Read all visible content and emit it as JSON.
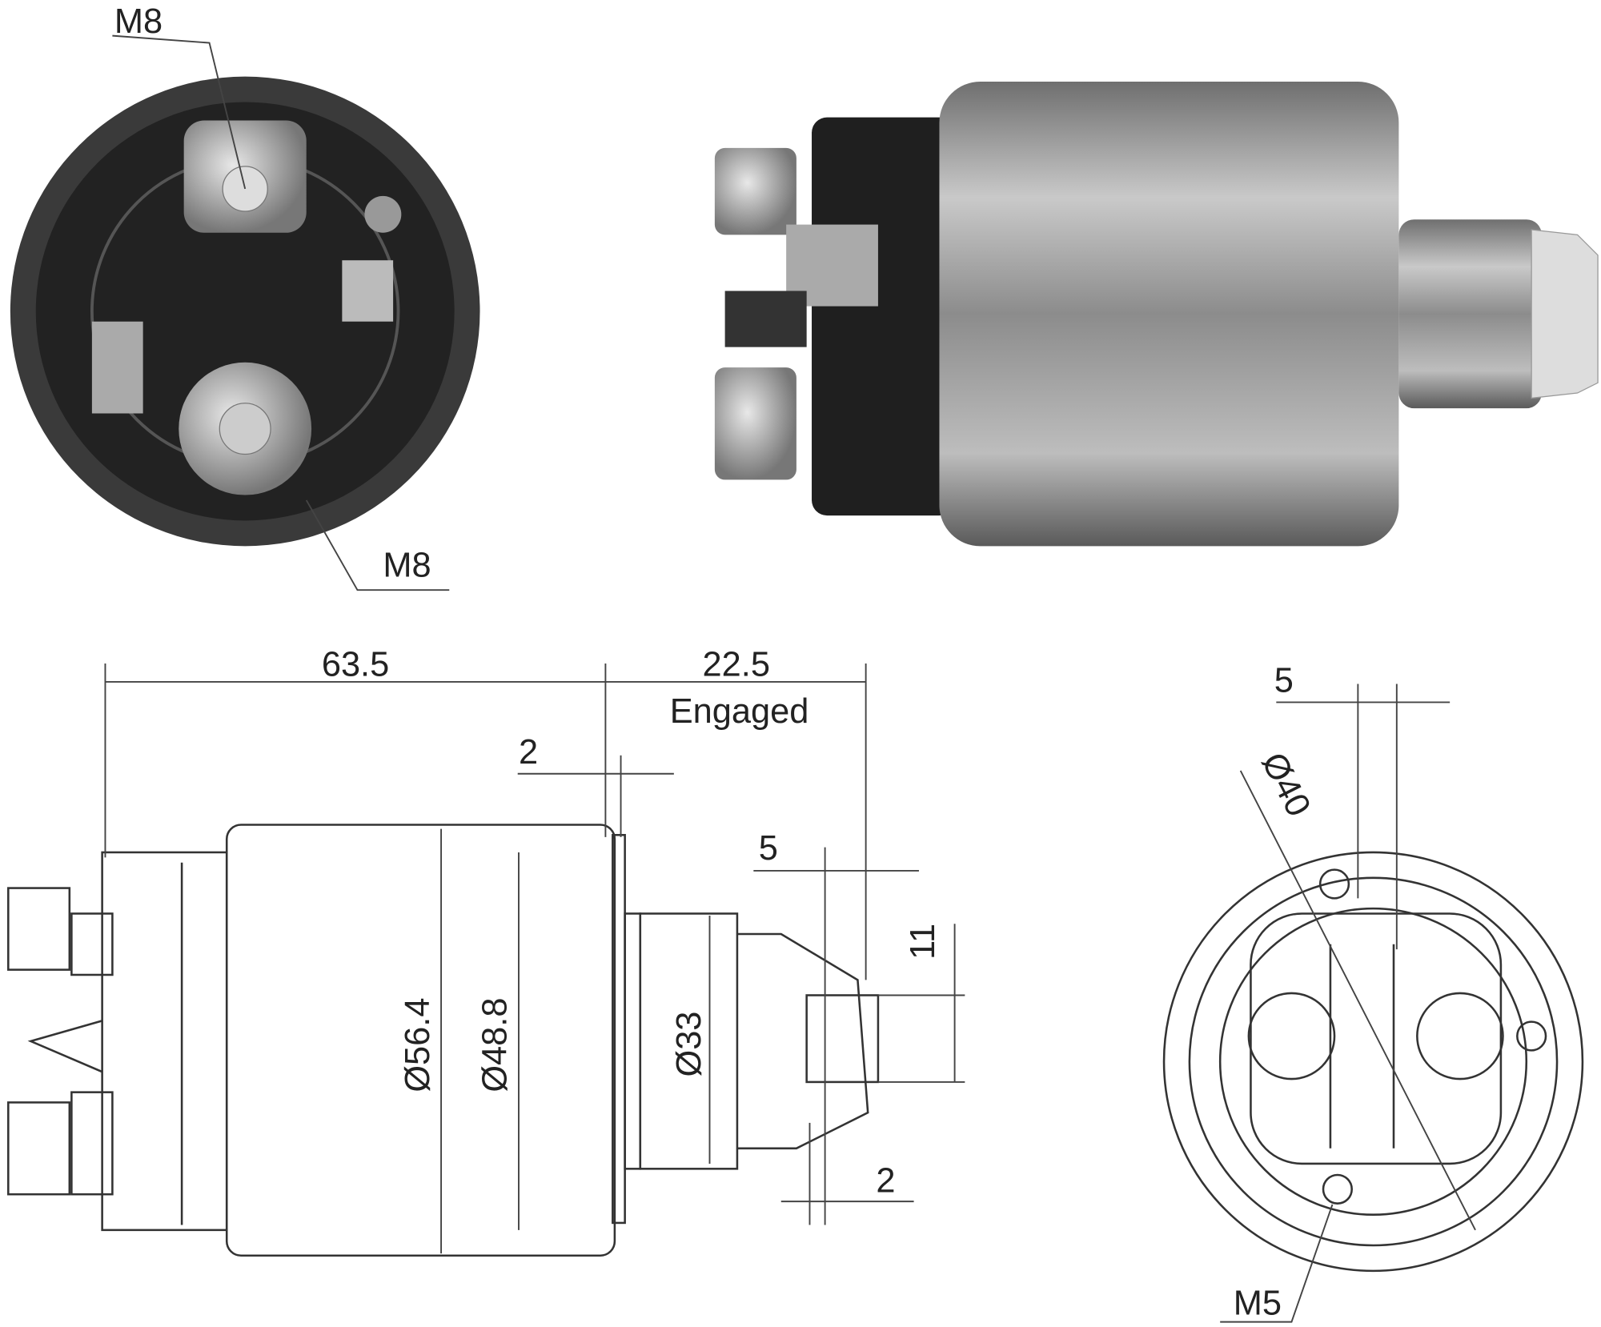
{
  "labels": {
    "thread_top": "M8",
    "thread_bottom": "M8",
    "overall_length": "63.5",
    "stroke_length": "22.5",
    "stroke_note": "Engaged",
    "flange_thickness": "2",
    "plunger_step": "5",
    "plunger_height": "11",
    "body_diameter": "Ø56.4",
    "inner_diameter": "Ø48.8",
    "neck_diameter": "Ø33",
    "tip_thickness": "2",
    "hole_offset": "5",
    "bolt_circle": "Ø40",
    "mount_thread": "M5"
  },
  "colors": {
    "line": "#333333",
    "metal": "#9a9a9a",
    "dark": "#2a2a2a"
  }
}
